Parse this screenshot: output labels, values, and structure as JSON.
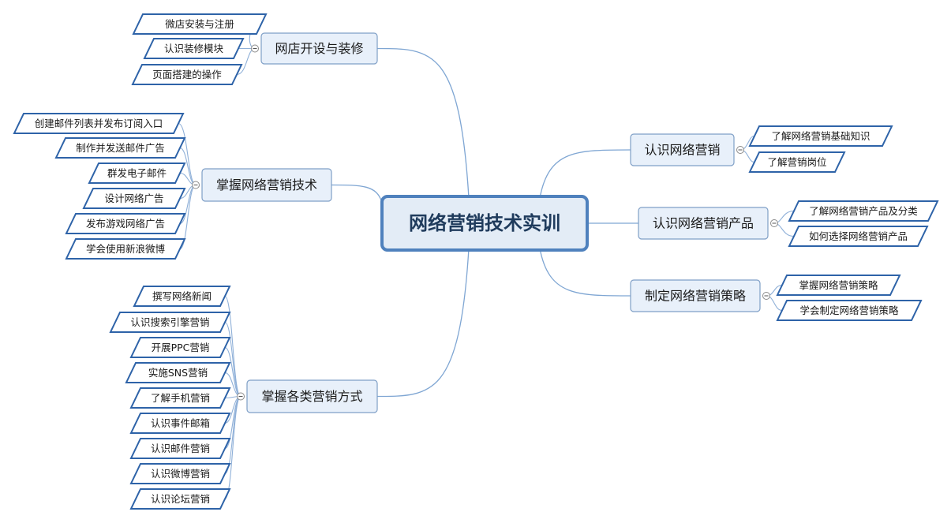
{
  "central": "网络营销技术实训",
  "branches": [
    {
      "id": "b1",
      "label": "网店开设与装修",
      "side": "left",
      "children": [
        "微店安装与注册",
        "认识装修模块",
        "页面搭建的操作"
      ]
    },
    {
      "id": "b2",
      "label": "掌握网络营销技术",
      "side": "left",
      "children": [
        "创建邮件列表并发布订阅入口",
        "制作并发送邮件广告",
        "群发电子邮件",
        "设计网络广告",
        "发布游戏网络广告",
        "学会使用新浪微博"
      ]
    },
    {
      "id": "b3",
      "label": "掌握各类营销方式",
      "side": "left",
      "children": [
        "撰写网络新闻",
        "认识搜索引擎营销",
        "开展PPC营销",
        "实施SNS营销",
        "了解手机营销",
        "认识事件邮箱",
        "认识邮件营销",
        "认识微博营销",
        "认识论坛营销"
      ]
    },
    {
      "id": "b4",
      "label": "认识网络营销",
      "side": "right",
      "children": [
        "了解网络营销基础知识",
        "了解营销岗位"
      ]
    },
    {
      "id": "b5",
      "label": "认识网络营销产品",
      "side": "right",
      "children": [
        "了解网络营销产品及分类",
        "如何选择网络营销产品"
      ]
    },
    {
      "id": "b6",
      "label": "制定网络营销策略",
      "side": "right",
      "children": [
        "掌握网络营销策略",
        "学会制定网络营销策略"
      ]
    }
  ],
  "colors": {
    "central_border": "#4f81bd",
    "leaf_border": "#2e63a8",
    "connector": "#7fa6d3"
  }
}
